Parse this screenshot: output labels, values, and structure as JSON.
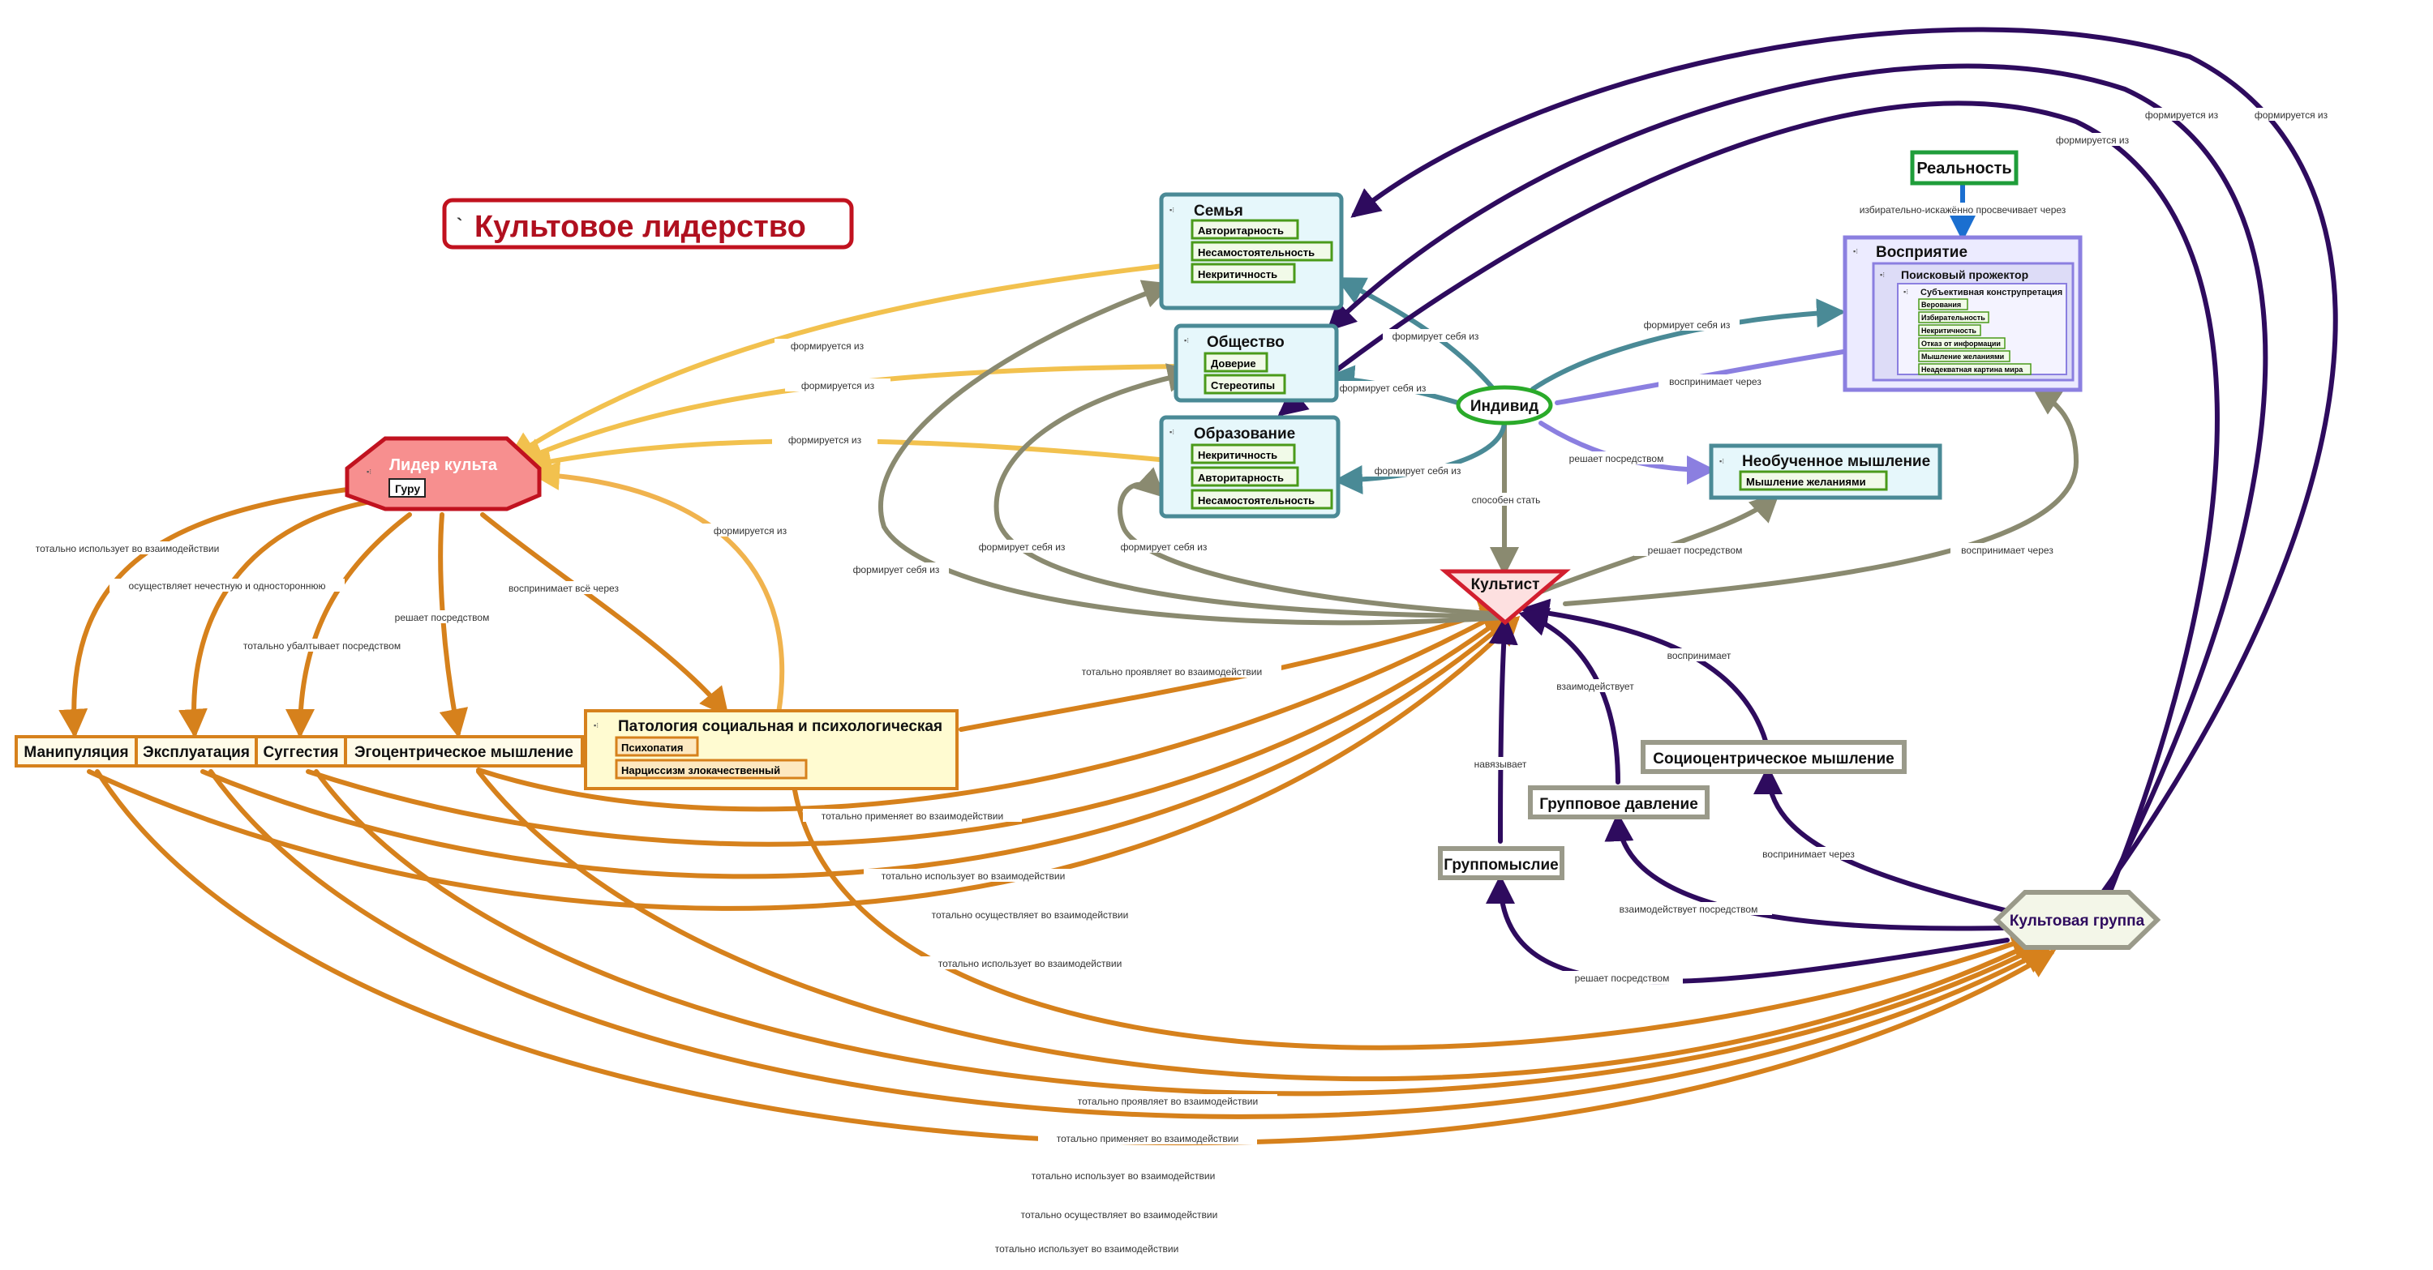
{
  "title": "Культовое лидерство",
  "title_mark": "`",
  "nodes": {
    "leader": {
      "label": "Лидер культа",
      "sub": "Гуру"
    },
    "family": {
      "label": "Семья",
      "items": [
        "Авторитарность",
        "Несамостоятельность",
        "Некритичность"
      ]
    },
    "society": {
      "label": "Общество",
      "items": [
        "Доверие",
        "Стереотипы"
      ]
    },
    "education": {
      "label": "Образование",
      "items": [
        "Некритичность",
        "Авторитарность",
        "Несамостоятельность"
      ]
    },
    "individual": {
      "label": "Индивид"
    },
    "reality": {
      "label": "Реальность"
    },
    "perception": {
      "label": "Восприятие",
      "sub": "Поисковый прожектор",
      "subsub": "Субъективная конструпретация",
      "items": [
        "Верования",
        "Избирательность",
        "Некритичность",
        "Отказ от информации",
        "Мышление желаниями",
        "Неадекватная картина мира"
      ]
    },
    "untrained": {
      "label": "Необученное мышление",
      "sub": "Мышление желаниями"
    },
    "cultist": {
      "label": "Культист"
    },
    "pathology": {
      "label": "Патология социальная и психологическая",
      "items": [
        "Психопатия",
        "Нарциссизм злокачественный"
      ]
    },
    "manipulation": {
      "label": "Манипуляция"
    },
    "exploitation": {
      "label": "Эксплуатация"
    },
    "suggestion": {
      "label": "Суггестия"
    },
    "egocentric": {
      "label": "Эгоцентрическое мышление"
    },
    "sociocentric": {
      "label": "Социоцентрическое мышление"
    },
    "group_pressure": {
      "label": "Групповое давление"
    },
    "groupthink": {
      "label": "Группомыслие"
    },
    "cult_group": {
      "label": "Культовая группа"
    }
  },
  "links": {
    "forms_from": "формируется из",
    "forms_self_from": "формирует себя из",
    "perceives_through": "воспринимает через",
    "selectively_distorted": "избирательно-искажённо просвечивает через",
    "solves_by": "решает посредством",
    "can_become": "способен стать",
    "totally_uses": "тотально использует во взаимодействии",
    "exploits_unfair": "осуществляет нечестную и одностороннюю",
    "totally_lulls": "тотально убалтывает посредством",
    "perceives_all_through": "воспринимает всё через",
    "totally_manifests": "тотально проявляет во взаимодействии",
    "totally_applies": "тотально применяет во взаимодействии",
    "totally_performs": "тотально осуществляет во взаимодействии",
    "interacts": "взаимодействует",
    "perceives": "воспринимает",
    "imposes": "навязывает",
    "interacts_by": "взаимодействует посредством"
  },
  "colors": {
    "leader_fill": "#f78f8f",
    "leader_border": "#c1121f",
    "orange": "#d6811c",
    "yellow": "#f2c14e",
    "purple": "#2e0b5e",
    "teal": "#4a8a96",
    "gray_olive": "#8a8a70",
    "lavender": "#8b7fe0",
    "green": "#2aaa2a"
  }
}
